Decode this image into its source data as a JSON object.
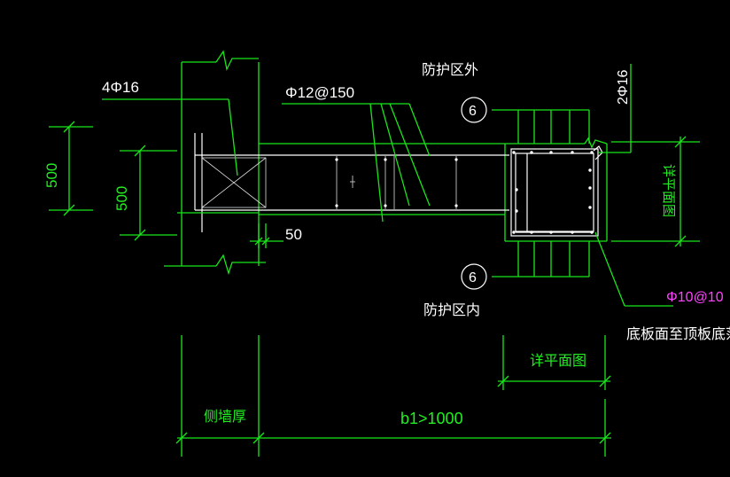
{
  "labels": {
    "outside_zone": "防护区外",
    "inside_zone": "防护区内",
    "main_bars": "4Φ16",
    "stirrup_top": "Φ12@150",
    "corner_bars": "2Φ16",
    "stirrup_right": "Φ10@10",
    "range_note": "底板面至顶板底范",
    "offset_50": "50",
    "dim_500_outer": "500",
    "dim_500_inner": "500",
    "section_mark_top": "6",
    "section_mark_bottom": "6",
    "plan_ref_vertical": "详平面图",
    "plan_ref_horizontal": "详平面图",
    "wall_thickness": "侧墙厚",
    "b1_dim": "b1>1000"
  },
  "colors": {
    "background": "#000000",
    "line_green": "#19e619",
    "line_white": "#ffffff",
    "accent_magenta": "#ff44ff"
  }
}
